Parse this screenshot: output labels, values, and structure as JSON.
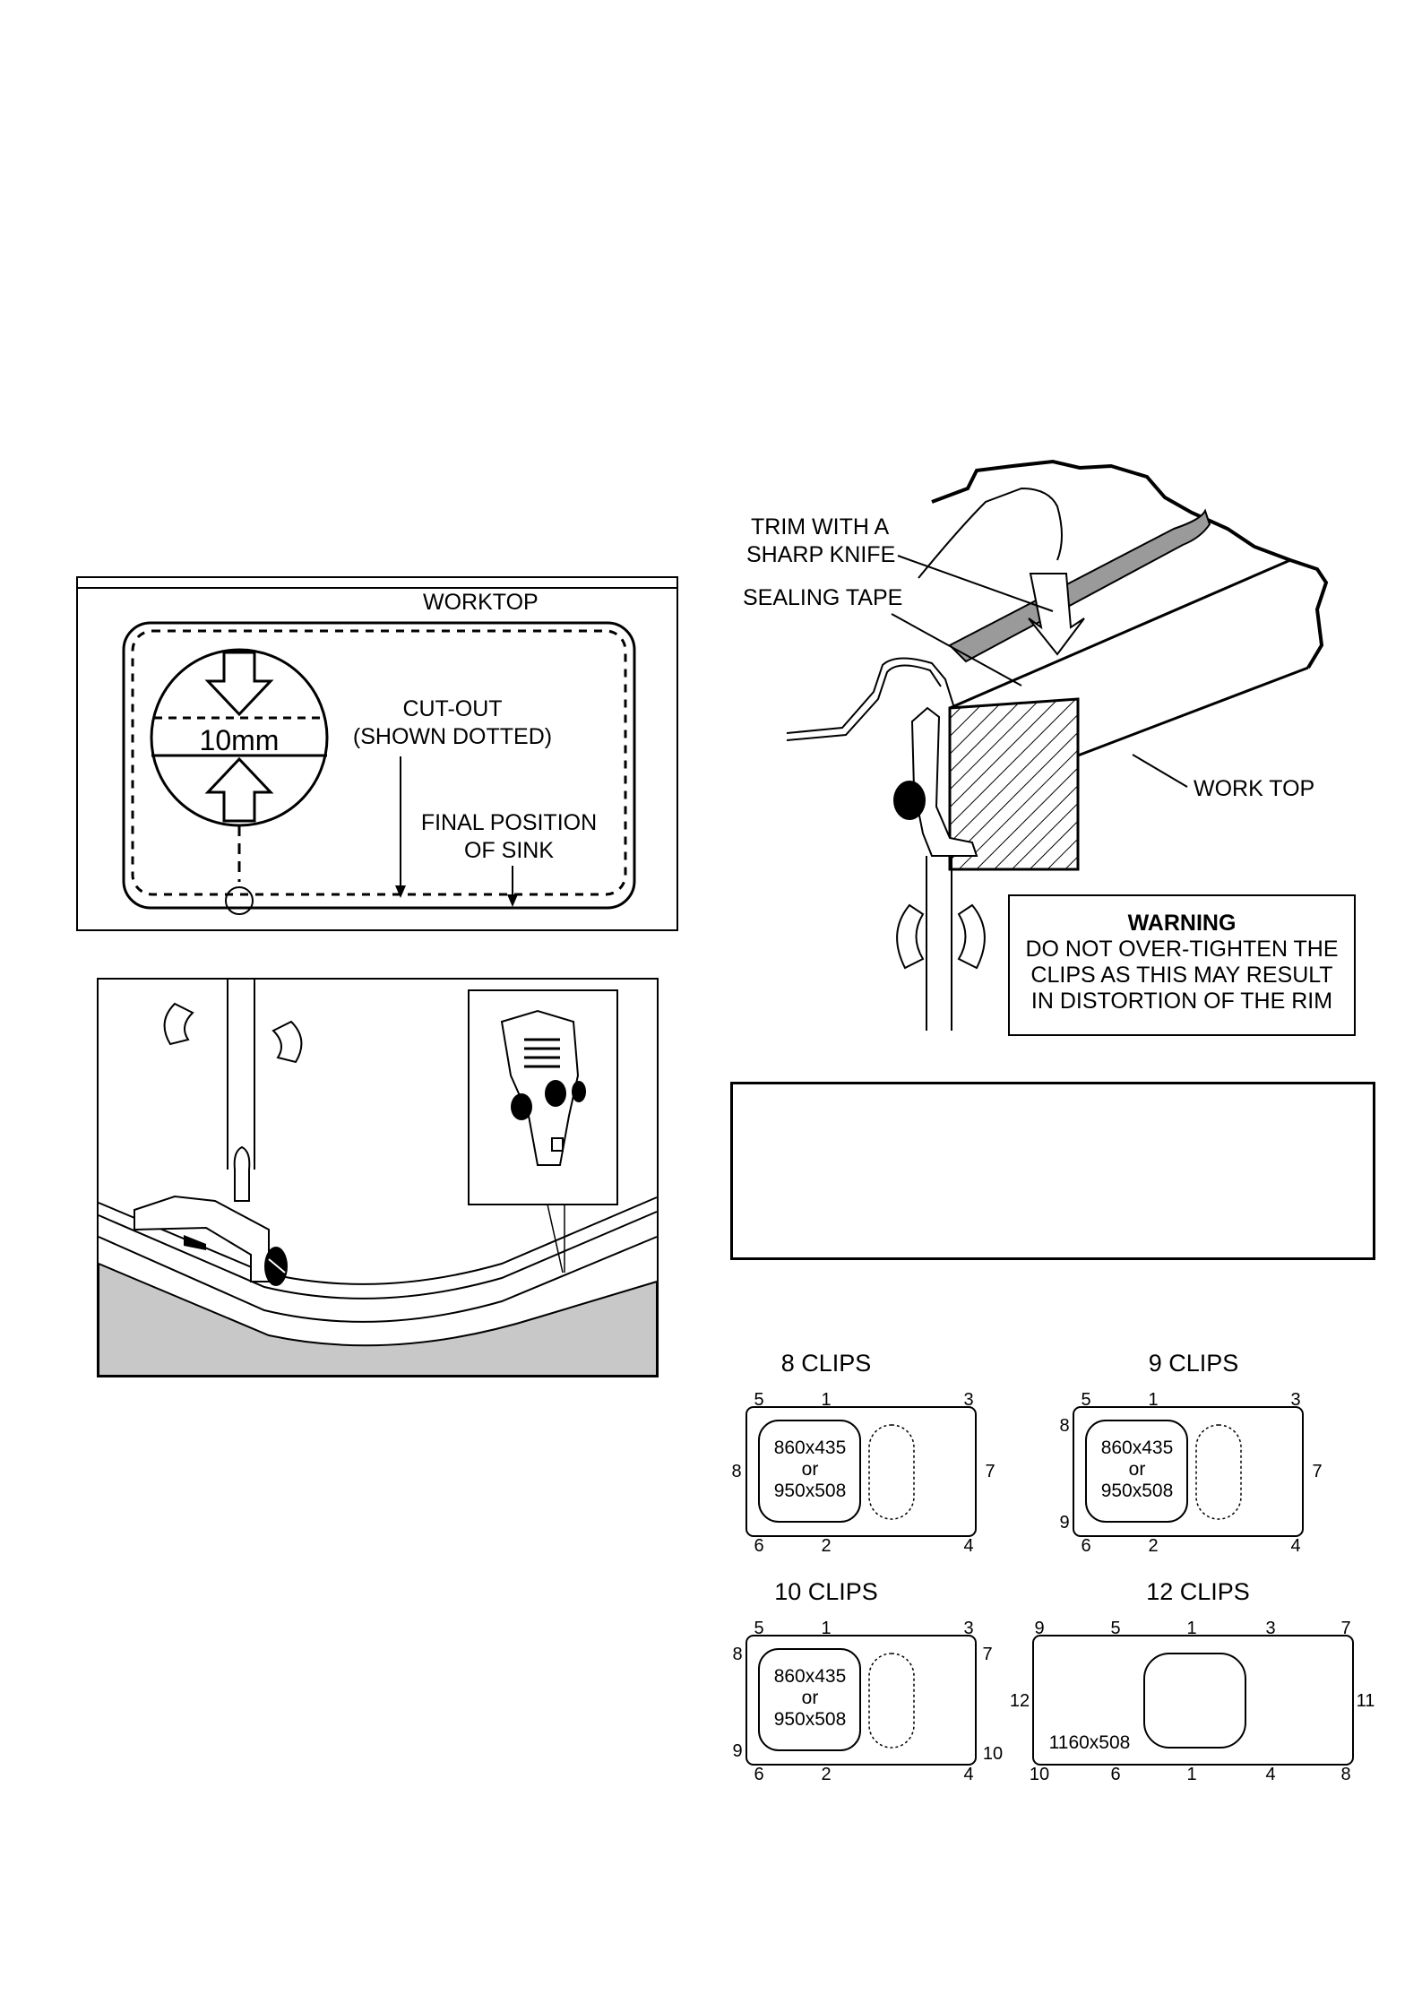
{
  "worktop_cutout_figure": {
    "worktop_label": "WORKTOP",
    "gap_label": "10mm",
    "cutout_label_line1": "CUT-OUT",
    "cutout_label_line2": "(SHOWN DOTTED)",
    "final_position_line1": "FINAL POSITION",
    "final_position_line2": "OF SINK"
  },
  "section_figure": {
    "trim_line1": "TRIM WITH A",
    "trim_line2": "SHARP KNIFE",
    "sealing_tape": "SEALING TAPE",
    "work_top": "WORK TOP"
  },
  "warning": {
    "heading": "WARNING",
    "line1": "DO NOT OVER-TIGHTEN THE",
    "line2": "CLIPS AS THIS MAY RESULT",
    "line3": "IN DISTORTION OF THE RIM"
  },
  "clip_layouts": [
    {
      "title": "8 CLIPS",
      "bowl_line1": "860x435",
      "bowl_line2": "or",
      "bowl_line3": "950x508",
      "top": [
        "5",
        "1",
        "3"
      ],
      "bottom": [
        "6",
        "2",
        "4"
      ],
      "left": [
        "8"
      ],
      "right": [
        "7"
      ]
    },
    {
      "title": "9 CLIPS",
      "bowl_line1": "860x435",
      "bowl_line2": "or",
      "bowl_line3": "950x508",
      "top": [
        "5",
        "1",
        "3"
      ],
      "bottom": [
        "6",
        "2",
        "4"
      ],
      "left": [
        "8",
        "9"
      ],
      "right": [
        "7"
      ]
    },
    {
      "title": "10 CLIPS",
      "bowl_line1": "860x435",
      "bowl_line2": "or",
      "bowl_line3": "950x508",
      "top": [
        "5",
        "1",
        "3"
      ],
      "bottom": [
        "6",
        "2",
        "4"
      ],
      "left": [
        "8",
        "9"
      ],
      "right": [
        "7",
        "10"
      ]
    },
    {
      "title": "12 CLIPS",
      "size_label": "1160x508",
      "top": [
        "9",
        "5",
        "1",
        "3",
        "7"
      ],
      "bottom": [
        "10",
        "6",
        "1",
        "4",
        "8"
      ],
      "left": [
        "12"
      ],
      "right": [
        "11"
      ]
    }
  ]
}
